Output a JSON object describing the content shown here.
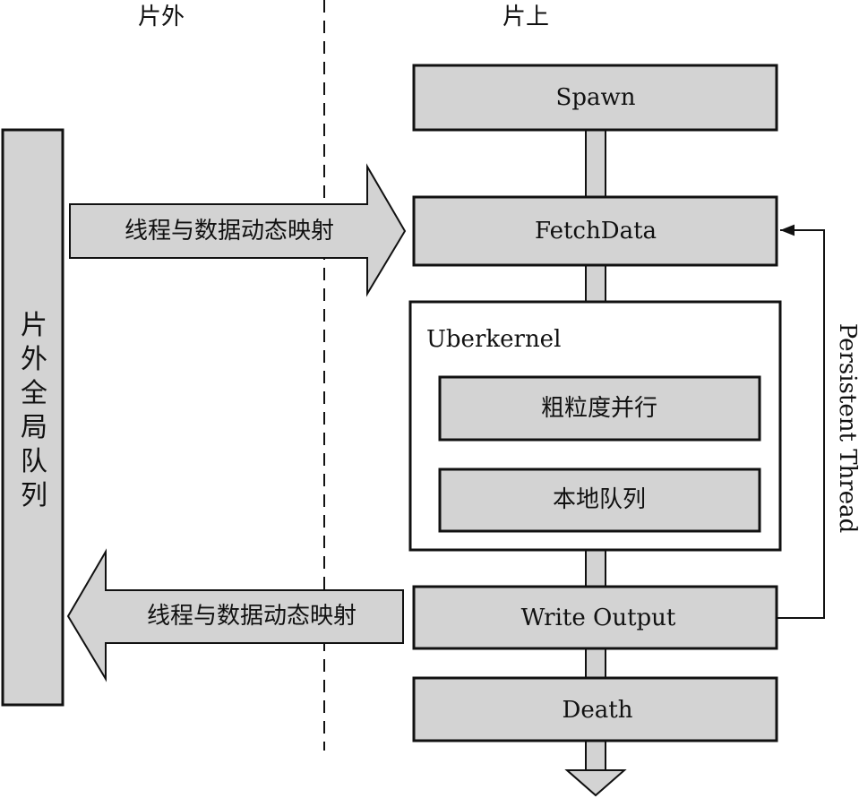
{
  "headers": {
    "off_chip": "片外",
    "on_chip": "片上"
  },
  "global_queue": {
    "label": "片\n外\n全\n局\n队\n列"
  },
  "arrows": {
    "mapping_in": "线程与数据动态映射",
    "mapping_out": "线程与数据动态映射"
  },
  "pipeline": {
    "spawn": "Spawn",
    "fetch_data": "FetchData",
    "uberkernel": {
      "title": "Uberkernel",
      "coarse_parallel": "粗粒度并行",
      "local_queue": "本地队列"
    },
    "write_output": "Write Output",
    "death": "Death"
  },
  "loop": {
    "label": "Persistent Thread"
  },
  "colors": {
    "box_fill": "#d3d3d3",
    "stroke": "#111111",
    "background": "#ffffff"
  }
}
